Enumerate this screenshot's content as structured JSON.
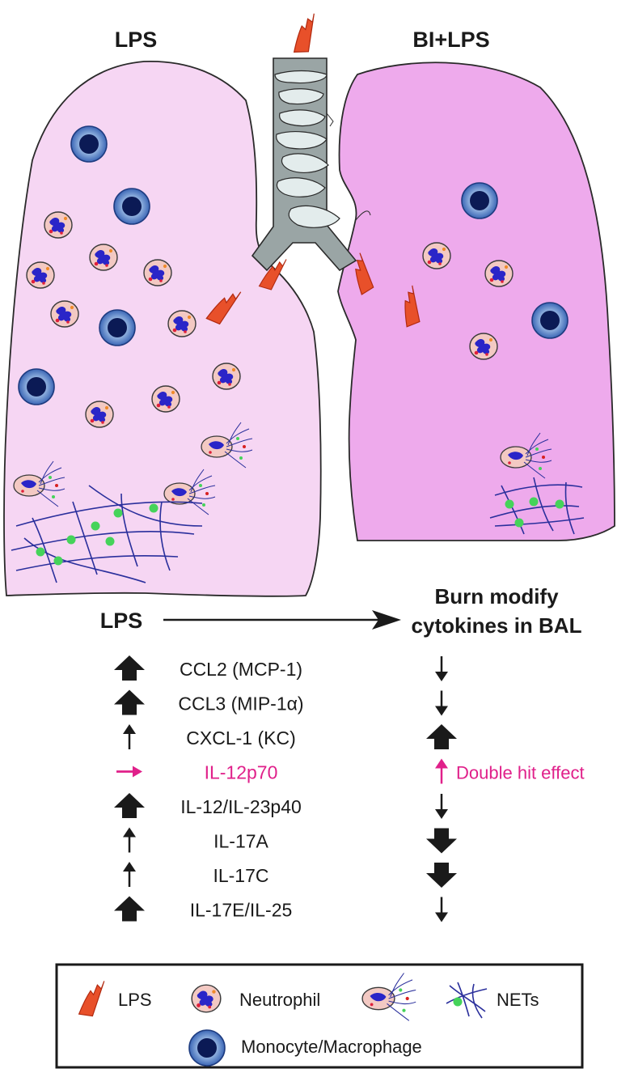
{
  "titles": {
    "left": "LPS",
    "right": "BI+LPS"
  },
  "comparison": {
    "from": "LPS",
    "to_line1": "Burn modify",
    "to_line2": "cytokines in BAL"
  },
  "rows": [
    {
      "name": "CCL2 (MCP-1)",
      "lps": "up-large",
      "bi": "down-small",
      "color": "#1a1a1a"
    },
    {
      "name": "CCL3 (MIP-1α)",
      "lps": "up-large",
      "bi": "down-small",
      "color": "#1a1a1a"
    },
    {
      "name": "CXCL-1 (KC)",
      "lps": "up-small",
      "bi": "up-large",
      "color": "#1a1a1a"
    },
    {
      "name": "IL-12p70",
      "lps": "right-small",
      "bi": "up-small",
      "color": "#e0208a",
      "note": "Double hit effect"
    },
    {
      "name": "IL-12/IL-23p40",
      "lps": "up-large",
      "bi": "down-small",
      "color": "#1a1a1a"
    },
    {
      "name": "IL-17A",
      "lps": "up-small",
      "bi": "down-large",
      "color": "#1a1a1a"
    },
    {
      "name": "IL-17C",
      "lps": "up-small",
      "bi": "down-large",
      "color": "#1a1a1a"
    },
    {
      "name": "IL-17E/IL-25",
      "lps": "up-large",
      "bi": "down-small",
      "color": "#1a1a1a"
    }
  ],
  "legend": {
    "lps": "LPS",
    "neutrophil": "Neutrophil",
    "nets": "NETs",
    "monocyte": "Monocyte/Macrophage"
  },
  "colors": {
    "left_lung": "#f6d6f3",
    "right_lung": "#eeaaec",
    "trachea": "#9aa5a5",
    "cartilage": "#e3ecec",
    "lps": "#e8502a",
    "neutrophil": "#f3c9c3",
    "nucleus": "#2a25c8",
    "monocyte_ring": "#4a78c4",
    "monocyte_core": "#0b1a55",
    "net_fiber": "#2a2f9c",
    "net_dot": "#45d35a",
    "highlight": "#e0208a"
  }
}
